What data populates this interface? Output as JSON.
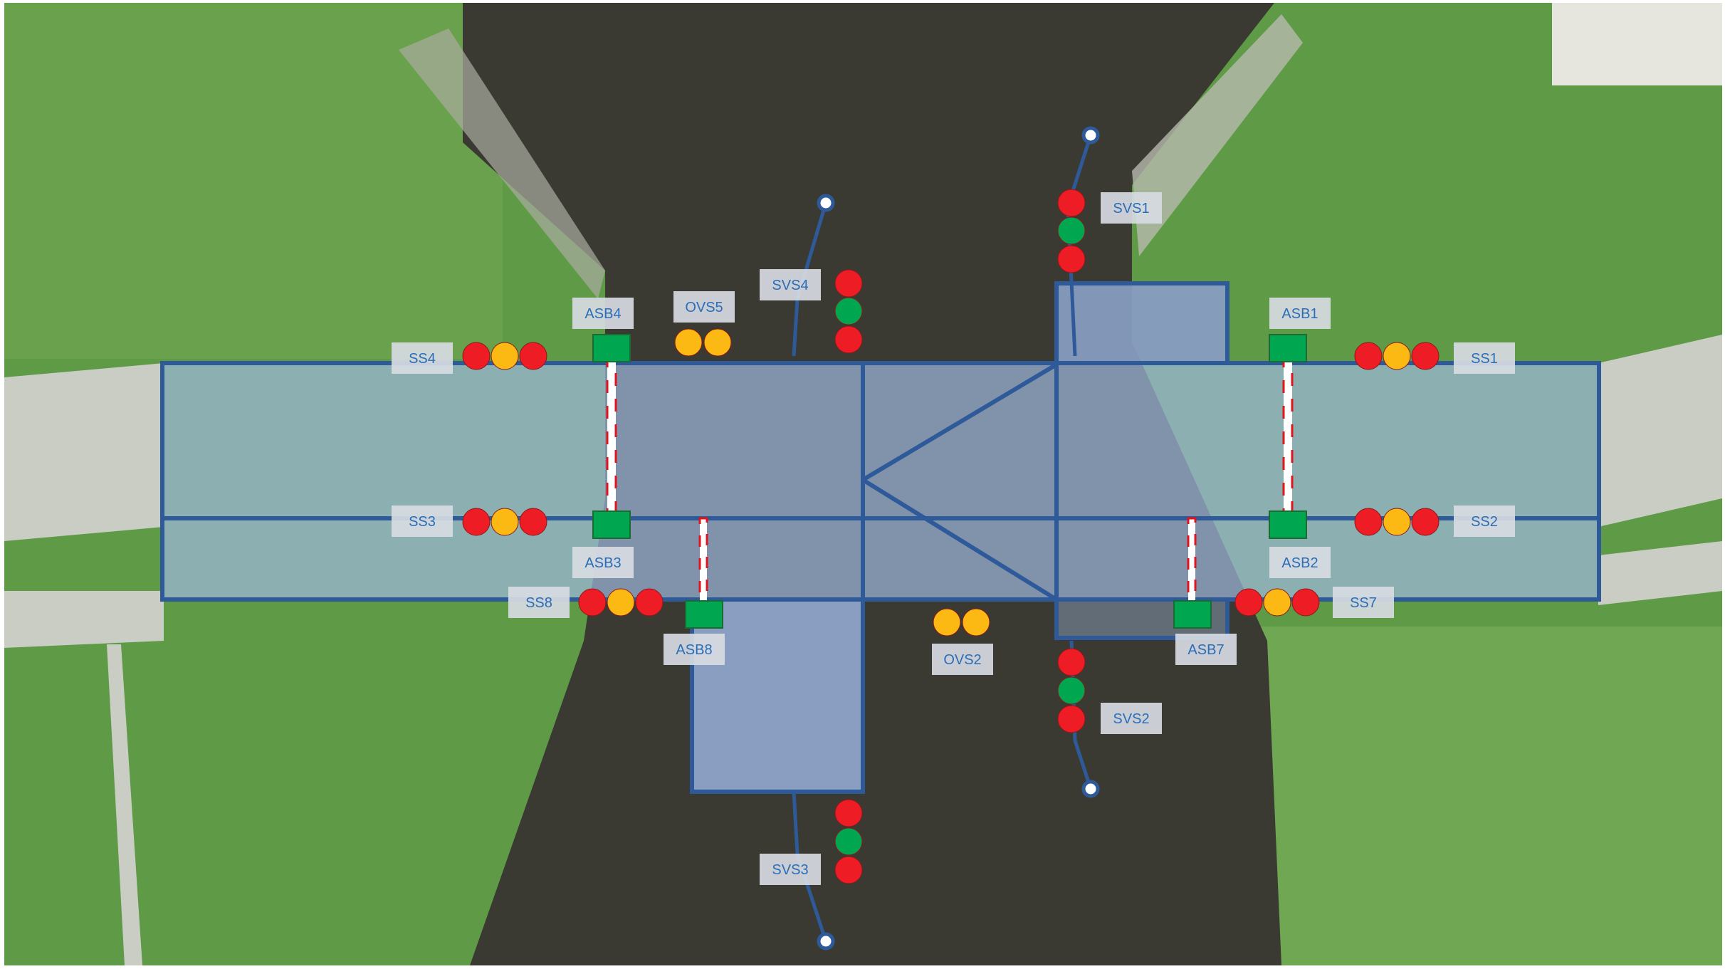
{
  "colors": {
    "grass": "#5f9a46",
    "grass_light": "#79b05a",
    "water": "#3a3a33",
    "road": "#c9cdc4",
    "bridge_fill": "#9fb8de",
    "bridge_stroke": "#2e5a99",
    "label_bg": "#d7dbe2",
    "label_text": "#2a6db8",
    "light_red": "#ee1c24",
    "light_amber": "#fdb913",
    "light_green": "#00a650",
    "barrier_base": "#00a650",
    "barrier_red": "#e0141c"
  },
  "labels": {
    "svs1": "SVS1",
    "svs2": "SVS2",
    "svs3": "SVS3",
    "svs4": "SVS4",
    "ovs5": "OVS5",
    "ovs2": "OVS2",
    "asb1": "ASB1",
    "asb2": "ASB2",
    "asb3": "ASB3",
    "asb4": "ASB4",
    "asb7": "ASB7",
    "asb8": "ASB8",
    "ss1": "SS1",
    "ss2": "SS2",
    "ss3": "SS3",
    "ss4": "SS4",
    "ss7": "SS7",
    "ss8": "SS8"
  }
}
